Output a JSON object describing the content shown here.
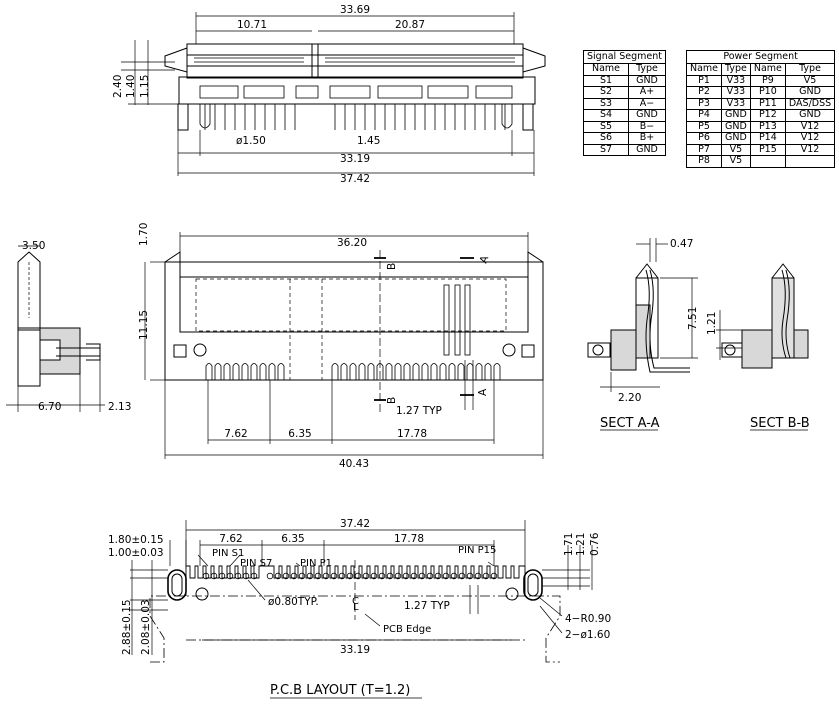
{
  "top_view": {
    "dims": {
      "overall_top": "33.69",
      "left_top": "10.71",
      "right_top": "20.87",
      "h240": "2.40",
      "h140": "1.40",
      "h115": "1.15",
      "pin_dia": "ø1.50",
      "pitch": "1.45",
      "inner": "33.19",
      "overall_bottom": "37.42"
    }
  },
  "signal_table": {
    "title": "Signal Segment",
    "headers": [
      "Name",
      "Type"
    ],
    "rows": [
      [
        "S1",
        "GND"
      ],
      [
        "S2",
        "A+"
      ],
      [
        "S3",
        "A−"
      ],
      [
        "S4",
        "GND"
      ],
      [
        "S5",
        "B−"
      ],
      [
        "S6",
        "B+"
      ],
      [
        "S7",
        "GND"
      ]
    ]
  },
  "power_table": {
    "title": "Power Segment",
    "headers": [
      "Name",
      "Type",
      "Name",
      "Type"
    ],
    "rows": [
      [
        "P1",
        "V33",
        "P9",
        "V5"
      ],
      [
        "P2",
        "V33",
        "P10",
        "GND"
      ],
      [
        "P3",
        "V33",
        "P11",
        "DAS/DSS"
      ],
      [
        "P4",
        "GND",
        "P12",
        "GND"
      ],
      [
        "P5",
        "GND",
        "P13",
        "V12"
      ],
      [
        "P6",
        "GND",
        "P14",
        "V12"
      ],
      [
        "P7",
        "V5",
        "P15",
        "V12"
      ],
      [
        "P8",
        "V5",
        "",
        ""
      ]
    ]
  },
  "side_view": {
    "dims": {
      "top": "3.50",
      "left": "6.70",
      "right": "2.13"
    }
  },
  "front_view": {
    "dims": {
      "h170": "1.70",
      "h1115": "11.15",
      "width": "36.20",
      "d762": "7.62",
      "d635": "6.35",
      "d1778": "17.78",
      "overall": "40.43",
      "pitch_typ": "1.27 TYP"
    },
    "section_marks": {
      "a": "A",
      "b": "B"
    }
  },
  "sect_aa": {
    "title": "SECT A-A",
    "d047": "0.47",
    "d751": "7.51",
    "d220": "2.20"
  },
  "sect_bb": {
    "title": "SECT B-B",
    "d121": "1.21"
  },
  "pcb": {
    "title": "P.C.B LAYOUT (T=1.2)",
    "dims": {
      "overall": "37.42",
      "d762": "7.62",
      "d635": "6.35",
      "d1778": "17.78",
      "slot_w": "1.80±0.15",
      "slot_d": "1.00±0.03",
      "h288": "2.88±0.15",
      "h208": "2.08±0.03",
      "hole": "ø0.80TYP.",
      "pitch_typ": "1.27 TYP",
      "inner": "33.19",
      "d171": "1.71",
      "d121": "1.21",
      "d076": "0.76",
      "radius": "4−R0.90",
      "mount": "2−ø1.60"
    },
    "labels": {
      "pin_s1": "PIN S1",
      "pin_s7": "PIN S7",
      "pin_p1": "PIN P1",
      "pin_p15": "PIN P15",
      "pcb_edge": "PCB Edge",
      "center": "C",
      "center_sub": "L"
    }
  }
}
